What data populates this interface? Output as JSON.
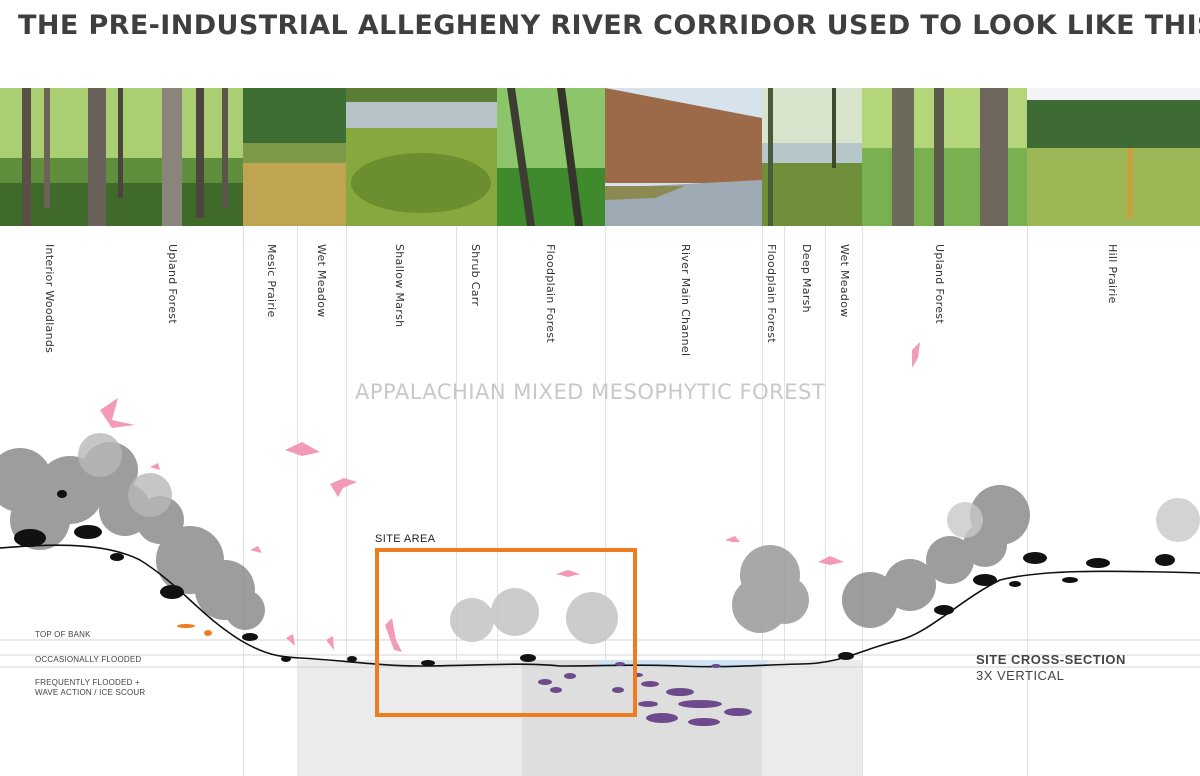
{
  "title": "THE PRE-INDUSTRIAL ALLEGHENY RIVER CORRIDOR USED TO LOOK LIKE THIS.",
  "zones": [
    "Interior Woodlands",
    "Upland Forest",
    "Mesic Prairie",
    "Wet Meadow",
    "Shallow Marsh",
    "Shrub Carr",
    "Floodplain Forest",
    "River Main Channel",
    "Floodplain Forest",
    "Deep Marsh",
    "Wet Meadow",
    "Upland Forest",
    "Hill Prairie"
  ],
  "forest_type": "APPALACHIAN MIXED MESOPHYTIC FOREST",
  "water_levels": {
    "top_of_bank": "TOP OF BANK",
    "occasionally_flooded": "OCCASIONALLY FLOODED",
    "frequently_flooded_1": "FREQUENTLY FLOODED +",
    "frequently_flooded_2": "WAVE ACTION / ICE SCOUR"
  },
  "site_area": "SITE AREA",
  "cross_section": {
    "title": "SITE CROSS-SECTION",
    "subtitle": "3X VERTICAL"
  },
  "colors": {
    "site_box": "#ee7d22",
    "birds": "#f29ab8",
    "fish": "#6e4a8c",
    "water": "#cfe3f5",
    "ground_shade": "#ebebeb"
  }
}
